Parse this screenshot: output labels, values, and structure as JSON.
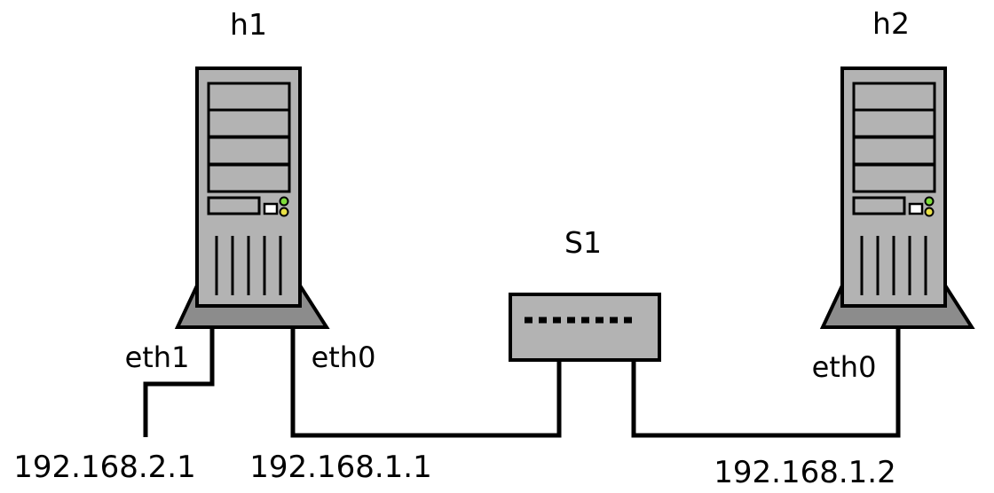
{
  "hosts": {
    "h1": {
      "name": "h1"
    },
    "h2": {
      "name": "h2"
    }
  },
  "switch": {
    "name": "S1"
  },
  "interfaces": {
    "h1_eth1": "eth1",
    "h1_eth0": "eth0",
    "h2_eth0": "eth0"
  },
  "addresses": {
    "h1_eth1": "192.168.2.1",
    "h1_eth0": "192.168.1.1",
    "h2_eth0": "192.168.1.2"
  },
  "colors": {
    "tower_body": "#b3b3b3",
    "tower_base": "#8c8c8c",
    "switch_body": "#b3b3b3",
    "stroke": "#000000",
    "led_green": "#7fdc3a",
    "led_yellow": "#e8e046"
  }
}
